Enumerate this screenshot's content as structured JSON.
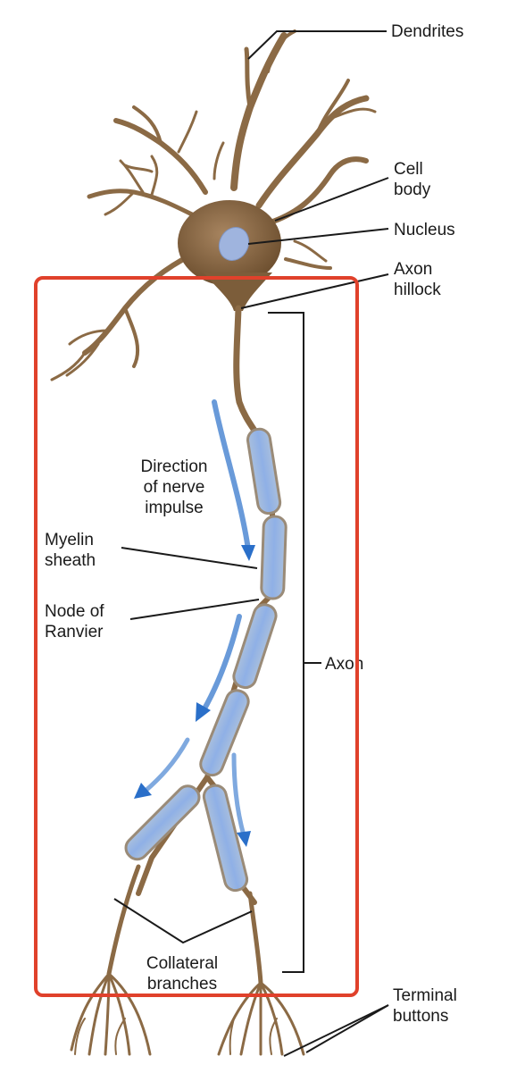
{
  "labels": {
    "dendrites": "Dendrites",
    "cell_body_1": "Cell",
    "cell_body_2": "body",
    "nucleus": "Nucleus",
    "axon_hillock_1": "Axon",
    "axon_hillock_2": "hillock",
    "direction_1": "Direction",
    "direction_2": "of nerve",
    "direction_3": "impulse",
    "myelin_1": "Myelin",
    "myelin_2": "sheath",
    "node_1": "Node of",
    "node_2": "Ranvier",
    "axon": "Axon",
    "collateral_1": "Collateral",
    "collateral_2": "branches",
    "terminal_1": "Terminal",
    "terminal_2": "buttons"
  },
  "colors": {
    "neuron": "#8b6a45",
    "neuron_dark": "#6e5030",
    "myelin_fill": "#9db6d8",
    "myelin_stroke": "#9a8b78",
    "arrow": "#2a6fc9",
    "highlight_box": "#e0412b",
    "line": "#1a1a1a"
  }
}
